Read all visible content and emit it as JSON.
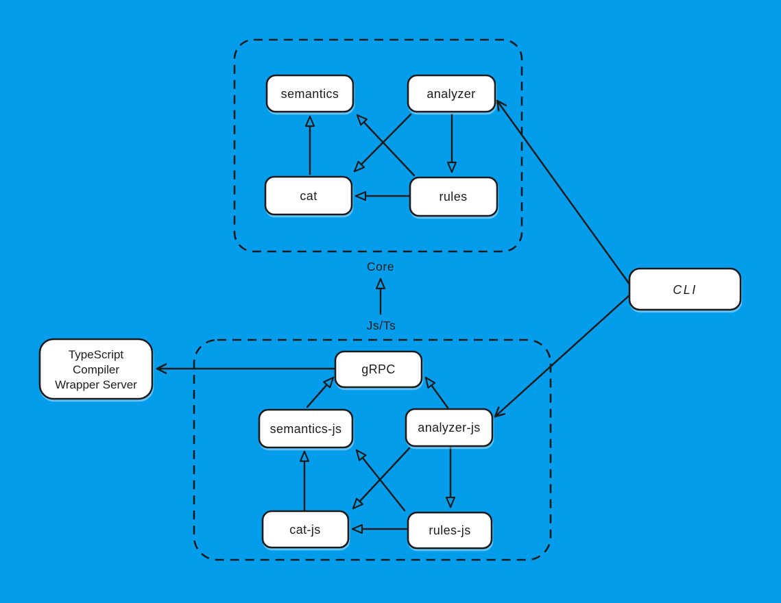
{
  "canvas": {
    "background_color": "#049DEB",
    "ink_color": "#1b1b1b",
    "node_fill_color": "#ffffff"
  },
  "clusters": {
    "core": {
      "label": "Core"
    },
    "jsts": {
      "label": "Js/Ts"
    }
  },
  "nodes": {
    "semantics": {
      "label": "semantics"
    },
    "analyzer": {
      "label": "analyzer"
    },
    "cat": {
      "label": "cat"
    },
    "rules": {
      "label": "rules"
    },
    "grpc": {
      "label": "gRPC"
    },
    "semantics_js": {
      "label": "semantics-js"
    },
    "analyzer_js": {
      "label": "analyzer-js"
    },
    "cat_js": {
      "label": "cat-js"
    },
    "rules_js": {
      "label": "rules-js"
    },
    "cli": {
      "label": "CLI"
    },
    "tsc_server": {
      "label": "TypeScript Compiler Wrapper Server",
      "lines": [
        "TypeScript",
        "Compiler",
        "Wrapper Server"
      ]
    }
  },
  "edges": [
    {
      "from": "cat",
      "to": "semantics",
      "head": "open-triangle"
    },
    {
      "from": "analyzer",
      "to": "rules",
      "head": "open-triangle"
    },
    {
      "from": "rules",
      "to": "cat",
      "head": "open-triangle"
    },
    {
      "from": "analyzer",
      "to": "cat",
      "head": "open-triangle"
    },
    {
      "from": "rules",
      "to": "semantics",
      "head": "open-triangle"
    },
    {
      "from": "Js/Ts",
      "to": "Core",
      "head": "open-triangle"
    },
    {
      "from": "semantics-js",
      "to": "gRPC",
      "head": "open-triangle"
    },
    {
      "from": "analyzer-js",
      "to": "gRPC",
      "head": "open-triangle"
    },
    {
      "from": "cat-js",
      "to": "semantics-js",
      "head": "open-triangle"
    },
    {
      "from": "analyzer-js",
      "to": "rules-js",
      "head": "open-triangle"
    },
    {
      "from": "rules-js",
      "to": "cat-js",
      "head": "open-triangle"
    },
    {
      "from": "analyzer-js",
      "to": "cat-js",
      "head": "open-triangle"
    },
    {
      "from": "rules-js",
      "to": "semantics-js",
      "head": "open-triangle"
    },
    {
      "from": "CLI",
      "to": "analyzer",
      "head": "vee"
    },
    {
      "from": "CLI",
      "to": "analyzer-js",
      "head": "vee"
    },
    {
      "from": "gRPC",
      "to": "TypeScript Compiler Wrapper Server",
      "head": "vee"
    }
  ]
}
